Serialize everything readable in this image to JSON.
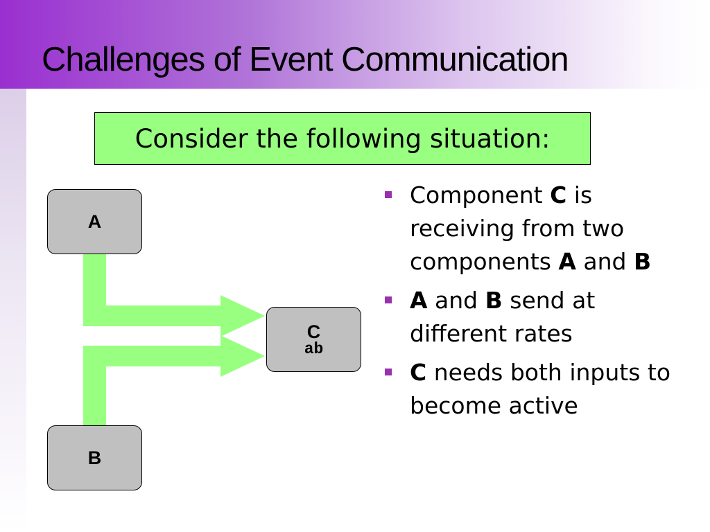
{
  "slide": {
    "title": "Challenges of Event Communication",
    "callout": "Consider the following situation:"
  },
  "diagram": {
    "nodes": {
      "a": {
        "label": "A"
      },
      "b": {
        "label": "B"
      },
      "c": {
        "label": "C",
        "sublabel": "ab"
      }
    },
    "colors": {
      "node_fill": "#c0c0c0",
      "arrow": "#99ff80",
      "callout": "#99ff80",
      "accent": "#9a2fd0"
    }
  },
  "bullets": [
    {
      "parts": [
        {
          "t": "Component "
        },
        {
          "t": "C",
          "b": true
        },
        {
          "t": " is receiving from two components "
        },
        {
          "t": "A",
          "b": true
        },
        {
          "t": " and "
        },
        {
          "t": "B",
          "b": true
        }
      ]
    },
    {
      "parts": [
        {
          "t": "A",
          "b": true
        },
        {
          "t": " and "
        },
        {
          "t": "B",
          "b": true
        },
        {
          "t": " send at different rates"
        }
      ]
    },
    {
      "parts": [
        {
          "t": "C",
          "b": true
        },
        {
          "t": " needs both inputs to become active"
        }
      ]
    }
  ]
}
